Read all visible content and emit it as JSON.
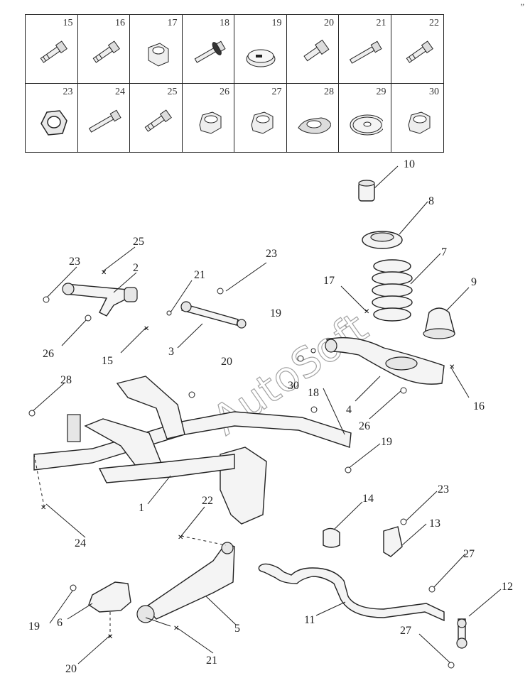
{
  "legend": {
    "cells": [
      {
        "number": "15",
        "icon": "bolt-flanged-icon"
      },
      {
        "number": "16",
        "icon": "bolt-flanged-icon"
      },
      {
        "number": "17",
        "icon": "nut-collar-icon"
      },
      {
        "number": "18",
        "icon": "bolt-washer-icon"
      },
      {
        "number": "19",
        "icon": "cap-plug-icon"
      },
      {
        "number": "20",
        "icon": "bolt-short-icon"
      },
      {
        "number": "21",
        "icon": "bolt-long-icon"
      },
      {
        "number": "22",
        "icon": "bolt-flanged-icon"
      },
      {
        "number": "23",
        "icon": "hex-nut-flanged-icon"
      },
      {
        "number": "24",
        "icon": "bolt-long-icon"
      },
      {
        "number": "25",
        "icon": "bolt-flanged-icon"
      },
      {
        "number": "26",
        "icon": "hex-nut-icon"
      },
      {
        "number": "27",
        "icon": "hex-nut-icon"
      },
      {
        "number": "28",
        "icon": "mount-plate-icon"
      },
      {
        "number": "29",
        "icon": "washer-icon"
      },
      {
        "number": "30",
        "icon": "hex-nut-icon"
      }
    ]
  },
  "callouts": {
    "c1": "1",
    "c2": "2",
    "c3": "3",
    "c4": "4",
    "c5": "5",
    "c6": "6",
    "c7": "7",
    "c8": "8",
    "c9": "9",
    "c10": "10",
    "c11": "11",
    "c12": "12",
    "c13": "13",
    "c14": "14",
    "c15": "15",
    "c16": "16",
    "c17": "17",
    "c18": "18",
    "c19a": "19",
    "c19b": "19",
    "c19c": "19",
    "c20a": "20",
    "c20b": "20",
    "c21a": "21",
    "c21b": "21",
    "c22": "22",
    "c23a": "23",
    "c23b": "23",
    "c23c": "23",
    "c24": "24",
    "c25": "25",
    "c26a": "26",
    "c26b": "26",
    "c27a": "27",
    "c27b": "27",
    "c28": "28",
    "c30": "30"
  },
  "watermark": "AutoSoft",
  "corner_mark": "”"
}
